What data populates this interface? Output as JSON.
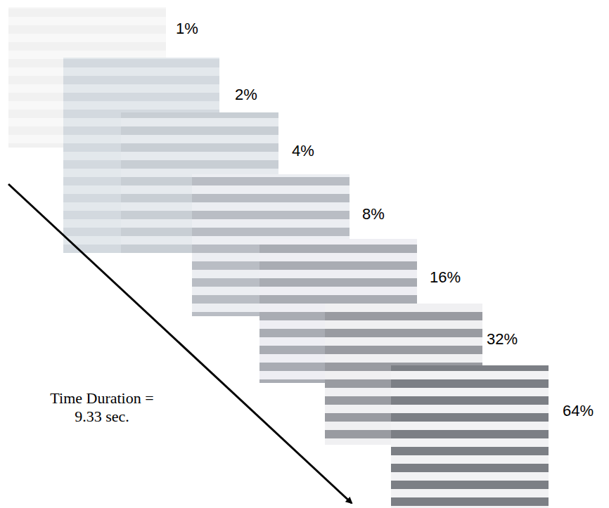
{
  "diagram": {
    "labels": [
      "1%",
      "2%",
      "4%",
      "8%",
      "16%",
      "32%",
      "64%",
      "Time Duration = 9.33 sec."
    ]
  }
}
